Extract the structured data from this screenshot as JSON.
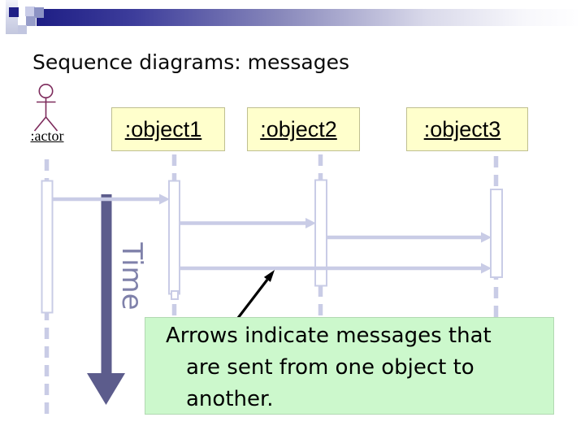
{
  "slide": {
    "title": "Sequence diagrams: messages"
  },
  "diagram": {
    "actor": {
      "label": ":actor"
    },
    "objects": [
      {
        "label": ":object1"
      },
      {
        "label": ":object2"
      },
      {
        "label": ":object3"
      }
    ],
    "time_label": "Time",
    "messages": [
      {
        "from": ":actor",
        "to": ":object1"
      },
      {
        "from": ":object1",
        "to": ":object2"
      },
      {
        "from": ":object2",
        "to": ":object3"
      },
      {
        "from": ":object1",
        "to": ":object3"
      }
    ]
  },
  "callout": {
    "lines": [
      "Arrows indicate messages that",
      "are sent from one object to",
      "another."
    ]
  },
  "colors": {
    "header_navy": "#1e1e85",
    "lifeline_periwinkle": "#c9cce6",
    "object_box_fill": "#ffffcc",
    "object_box_border": "#bfbf90",
    "time_arrow": "#5c5c8c",
    "time_text": "#7f81aa",
    "actor_stroke": "#7d2b5c",
    "callout_fill": "#ccf8cc",
    "annotation_arrow": "#000000"
  }
}
